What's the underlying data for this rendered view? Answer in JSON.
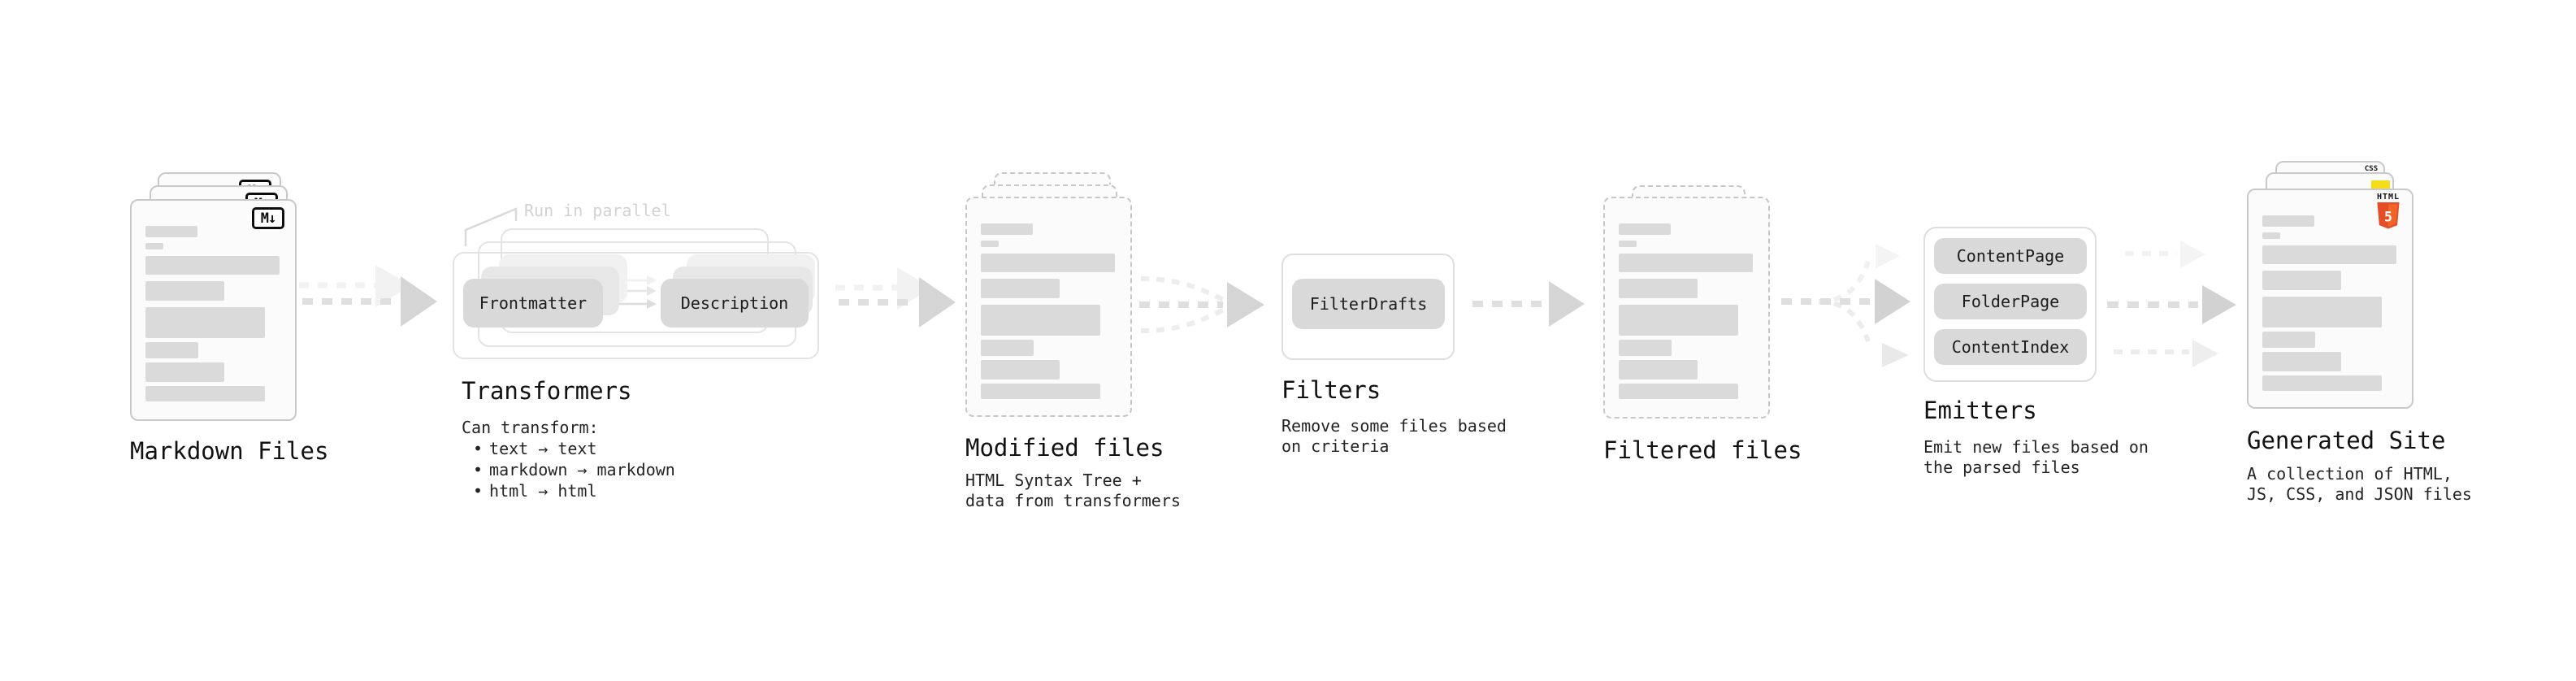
{
  "diagram": {
    "markdown_files": {
      "title": "Markdown Files",
      "badge": "M↓"
    },
    "transformers": {
      "annotation": "Run in parallel",
      "node_a": "Frontmatter",
      "node_b": "Description",
      "title": "Transformers",
      "subtitle": "Can transform:",
      "bullet_glyph": "•",
      "bullets": [
        "text → text",
        "markdown → markdown",
        "html → html"
      ]
    },
    "modified_files": {
      "title": "Modified files",
      "line1": "HTML Syntax Tree +",
      "line2": "data from transformers"
    },
    "filters": {
      "title": "Filters",
      "node": "FilterDrafts",
      "line1": "Remove some files based",
      "line2": "on criteria"
    },
    "filtered_files": {
      "title": "Filtered files"
    },
    "emitters": {
      "title": "Emitters",
      "nodes": [
        "ContentPage",
        "FolderPage",
        "ContentIndex"
      ],
      "line1": "Emit new files based on",
      "line2": "the parsed files"
    },
    "generated_site": {
      "title": "Generated Site",
      "line1": "A collection of HTML,",
      "line2": "JS, CSS, and JSON files",
      "badge_css": "CSS",
      "badge_html_label": "HTML",
      "badge_html_number": "5"
    },
    "colors": {
      "html5_orange": "#e34f26",
      "js_yellow": "#f5de19",
      "css_blue": "#2b5df5"
    }
  }
}
